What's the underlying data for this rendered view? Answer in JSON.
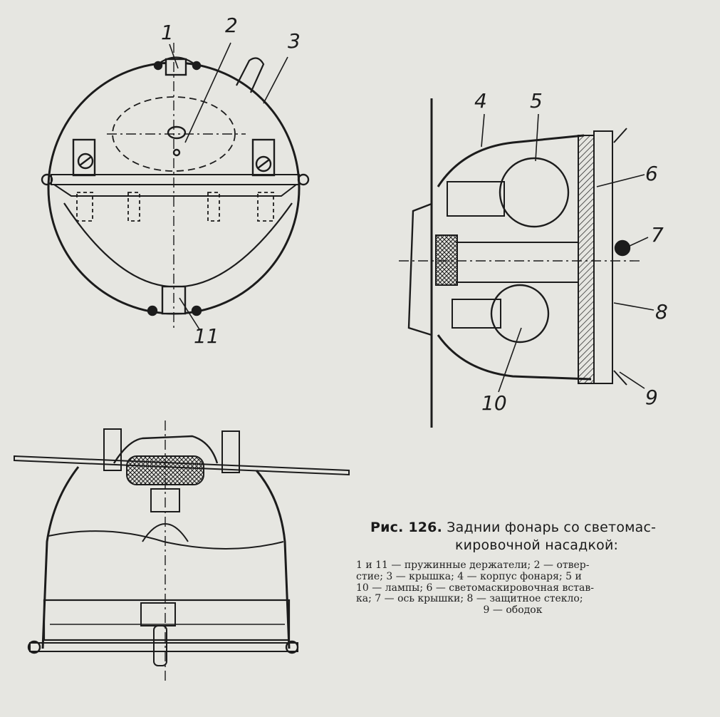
{
  "figure": {
    "labels": [
      "1",
      "2",
      "3",
      "4",
      "5",
      "6",
      "7",
      "8",
      "9",
      "10",
      "11"
    ]
  },
  "caption": {
    "fig_no": "Рис. 126.",
    "title_line1": "Заднии фонарь со светомас-",
    "title_line2": "кировочной насадкой:",
    "legend_lines": [
      "1 и 11 — пружинные держатели; 2 — отвер-",
      "стие; 3 — крышка; 4 — корпус фонаря; 5 и",
      "10 — лампы; 6 — светомаскировочная встав-",
      "ка; 7 — ось крышки; 8 — защитное стекло;",
      "9 — ободок"
    ]
  },
  "colors": {
    "paper": "#e6e6e1",
    "ink": "#1c1c1c"
  }
}
